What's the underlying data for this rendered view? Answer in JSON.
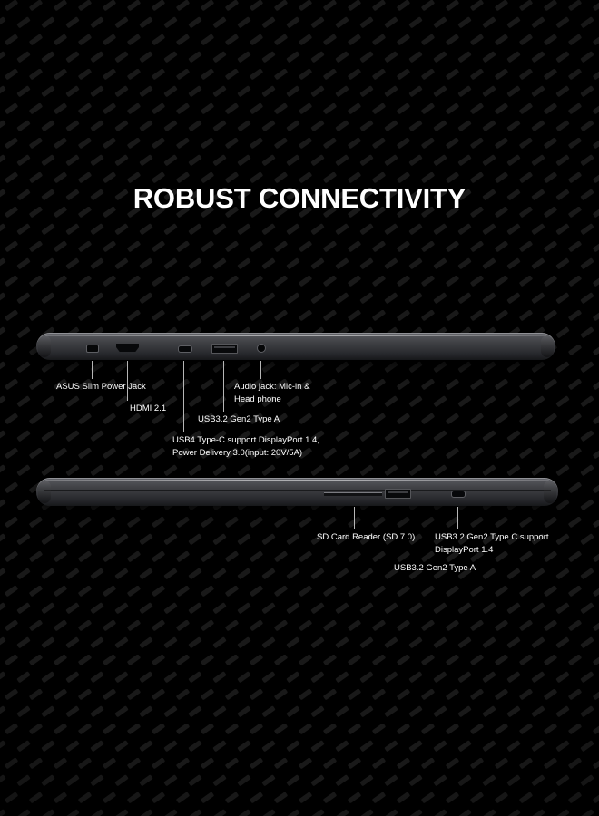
{
  "title": "ROBUST CONNECTIVITY",
  "left_view": {
    "power": "ASUS Slim Power Jack",
    "hdmi": "HDMI 2.1",
    "usb_a": "USB3.2 Gen2 Type A",
    "usb4_line1": "USB4 Type-C support DisplayPort 1.4,",
    "usb4_line2": "Power Delivery 3.0(input: 20V/5A)",
    "audio_line1": "Audio jack: Mic-in &",
    "audio_line2": "Head phone"
  },
  "right_view": {
    "sd": "SD Card Reader (SD 7.0)",
    "usb_c_line1": "USB3.2 Gen2 Type C support",
    "usb_c_line2": "DisplayPort 1.4",
    "usb_a": "USB3.2 Gen2 Type A"
  },
  "colors": {
    "background": "#000000",
    "pattern_dash": "#191919",
    "text": "#ffffff",
    "callout_line": "#c9c9c9",
    "chassis": "#3b3c40"
  }
}
